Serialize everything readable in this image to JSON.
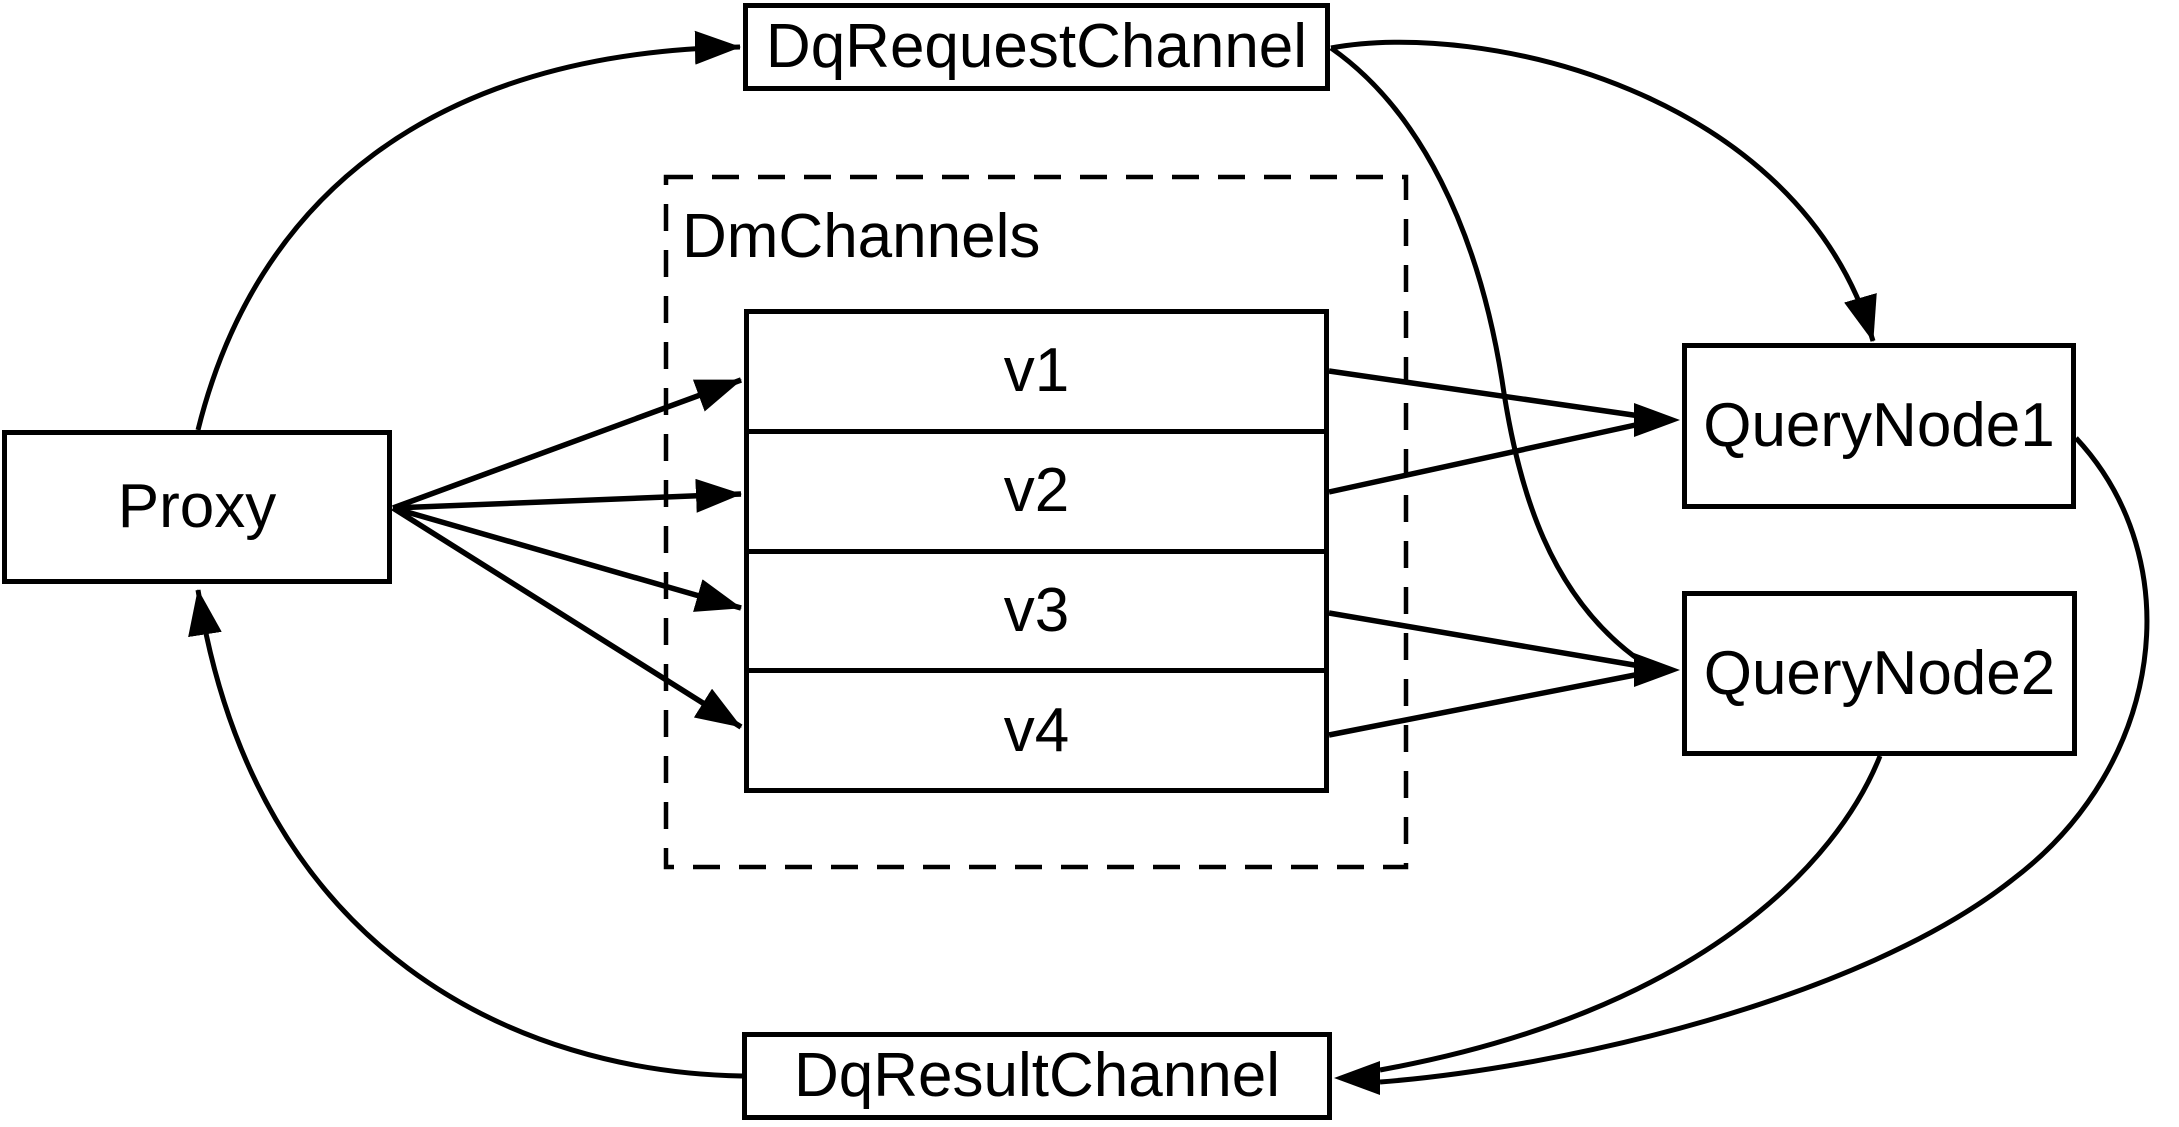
{
  "diagram": {
    "background_color": "#ffffff",
    "stroke_color": "#000000",
    "nodes": {
      "proxy": {
        "label": "Proxy"
      },
      "dq_request_channel": {
        "label": "DqRequestChannel"
      },
      "dm_channels": {
        "label": "DmChannels",
        "channels": [
          "v1",
          "v2",
          "v3",
          "v4"
        ]
      },
      "query_node_1": {
        "label": "QueryNode1"
      },
      "query_node_2": {
        "label": "QueryNode2"
      },
      "dq_result_channel": {
        "label": "DqResultChannel"
      }
    },
    "edges": [
      {
        "from": "Proxy",
        "to": "DqRequestChannel"
      },
      {
        "from": "Proxy",
        "to": "v1"
      },
      {
        "from": "Proxy",
        "to": "v2"
      },
      {
        "from": "Proxy",
        "to": "v3"
      },
      {
        "from": "Proxy",
        "to": "v4"
      },
      {
        "from": "v1",
        "to": "QueryNode1"
      },
      {
        "from": "v2",
        "to": "QueryNode1"
      },
      {
        "from": "v3",
        "to": "QueryNode2"
      },
      {
        "from": "v4",
        "to": "QueryNode2"
      },
      {
        "from": "DqRequestChannel",
        "to": "QueryNode1"
      },
      {
        "from": "DqRequestChannel",
        "to": "QueryNode2"
      },
      {
        "from": "QueryNode1",
        "to": "DqResultChannel"
      },
      {
        "from": "QueryNode2",
        "to": "DqResultChannel"
      },
      {
        "from": "DqResultChannel",
        "to": "Proxy"
      }
    ]
  }
}
